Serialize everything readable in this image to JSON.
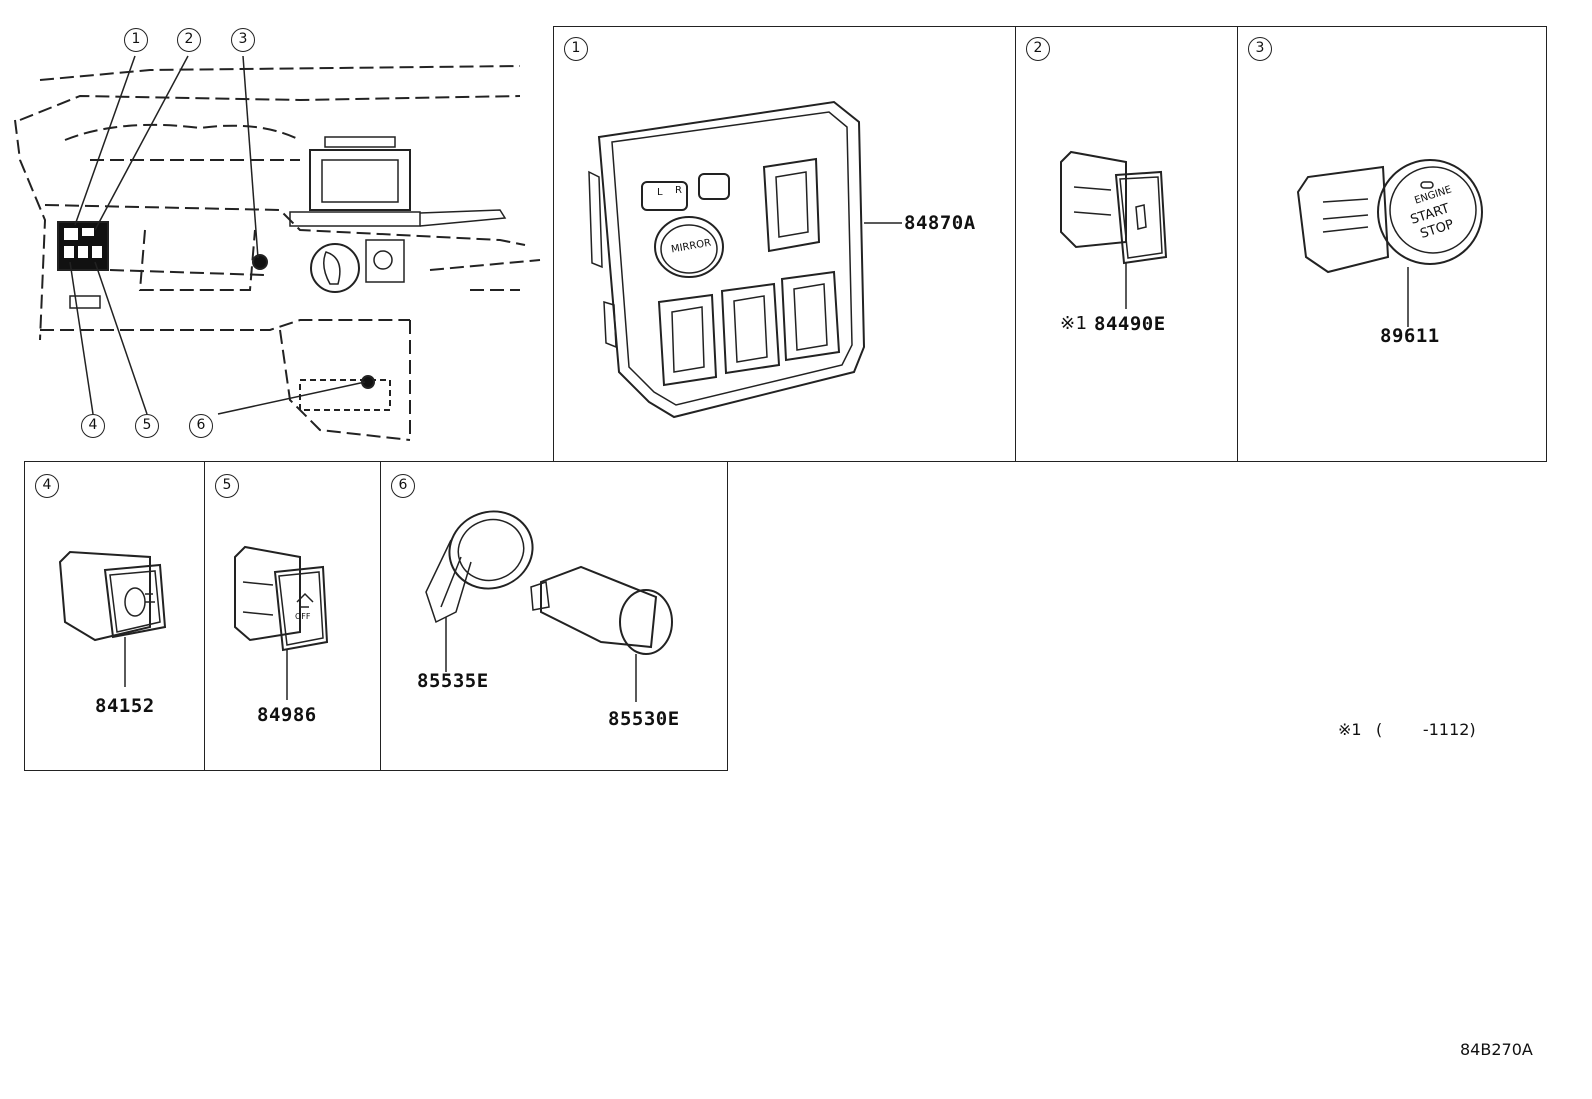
{
  "overview": {
    "callouts": [
      "1",
      "2",
      "3",
      "4",
      "5",
      "6"
    ]
  },
  "panels": [
    {
      "num": "1",
      "part_number": "84870A",
      "labels": {
        "mirror": "MIRROR",
        "left": "L",
        "right": "R"
      }
    },
    {
      "num": "2",
      "part_prefix": "※1",
      "part_number": "84490E"
    },
    {
      "num": "3",
      "part_number": "89611",
      "button_text": [
        "ENGINE",
        "START",
        "STOP"
      ]
    },
    {
      "num": "4",
      "part_number": "84152"
    },
    {
      "num": "5",
      "part_number": "84986",
      "switch_text": "OFF"
    },
    {
      "num": "6",
      "part_numbers": [
        "85535E",
        "85530E"
      ]
    }
  ],
  "footnote": {
    "marker": "※1",
    "text": "(        -1112)"
  },
  "diagram_code": "84B270A"
}
